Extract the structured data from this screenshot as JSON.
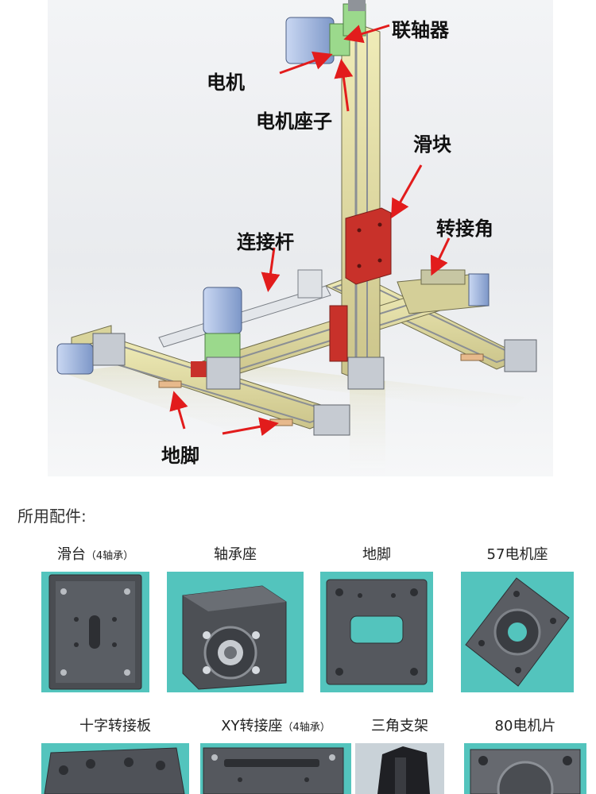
{
  "callouts": {
    "coupling": "联轴器",
    "motor": "电机",
    "motor_mount": "电机座子",
    "slider": "滑块",
    "corner_adapter": "转接角",
    "connecting_rod": "连接杆",
    "feet": "地脚"
  },
  "parts_section": {
    "title": "所用配件:",
    "row1": [
      {
        "label": "滑台",
        "sub": "（4轴承）"
      },
      {
        "label": "轴承座",
        "sub": ""
      },
      {
        "label": "地脚",
        "sub": ""
      },
      {
        "label": "57电机座",
        "sub": ""
      }
    ],
    "row2": [
      {
        "label": "十字转接板",
        "sub": ""
      },
      {
        "label": "XY转接座",
        "sub": "（4轴承）"
      },
      {
        "label": "三角支架",
        "sub": ""
      },
      {
        "label": "80电机片",
        "sub": ""
      }
    ]
  },
  "colors": {
    "rail_body": "#e6e2a8",
    "rail_slot": "#8b8f94",
    "motor_body": "#9fb6e0",
    "mount_green": "#9bd98c",
    "slider_red": "#c8312a",
    "arrow_red": "#e21c1c",
    "photo_bg": "#53c4bd",
    "metal_dark": "#4a4d52"
  }
}
